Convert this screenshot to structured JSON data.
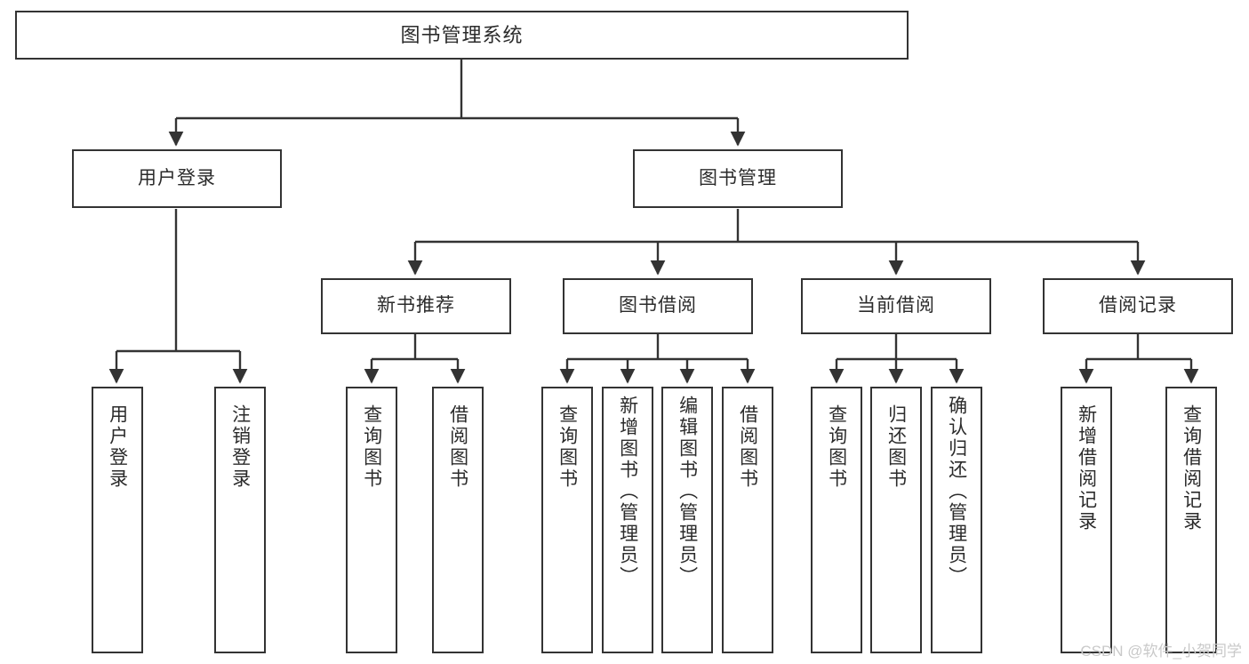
{
  "diagram": {
    "type": "tree-structure-chart",
    "title": "图书管理系统",
    "stroke_color": "#333333",
    "text_color": "#2b2b2b",
    "background": "#ffffff"
  },
  "nodes": {
    "root": {
      "label": "图书管理系统"
    },
    "level2": [
      {
        "label": "用户登录"
      },
      {
        "label": "图书管理"
      }
    ],
    "level3": [
      {
        "label": "新书推荐"
      },
      {
        "label": "图书借阅"
      },
      {
        "label": "当前借阅"
      },
      {
        "label": "借阅记录"
      }
    ],
    "leaves": {
      "user_login": [
        {
          "label": "用户登录"
        },
        {
          "label": "注销登录"
        }
      ],
      "new_book_recommend": [
        {
          "label": "查询图书"
        },
        {
          "label": "借阅图书"
        }
      ],
      "book_borrow": [
        {
          "label": "查询图书"
        },
        {
          "label": "新增图书（管理员）"
        },
        {
          "label": "编辑图书（管理员）"
        },
        {
          "label": "借阅图书"
        }
      ],
      "current_borrow": [
        {
          "label": "查询图书"
        },
        {
          "label": "归还图书"
        },
        {
          "label": "确认归还（管理员）"
        }
      ],
      "borrow_record": [
        {
          "label": "新增借阅记录"
        },
        {
          "label": "查询借阅记录"
        }
      ]
    }
  },
  "watermark": {
    "text": "CSDN @软件_小贺同学"
  }
}
